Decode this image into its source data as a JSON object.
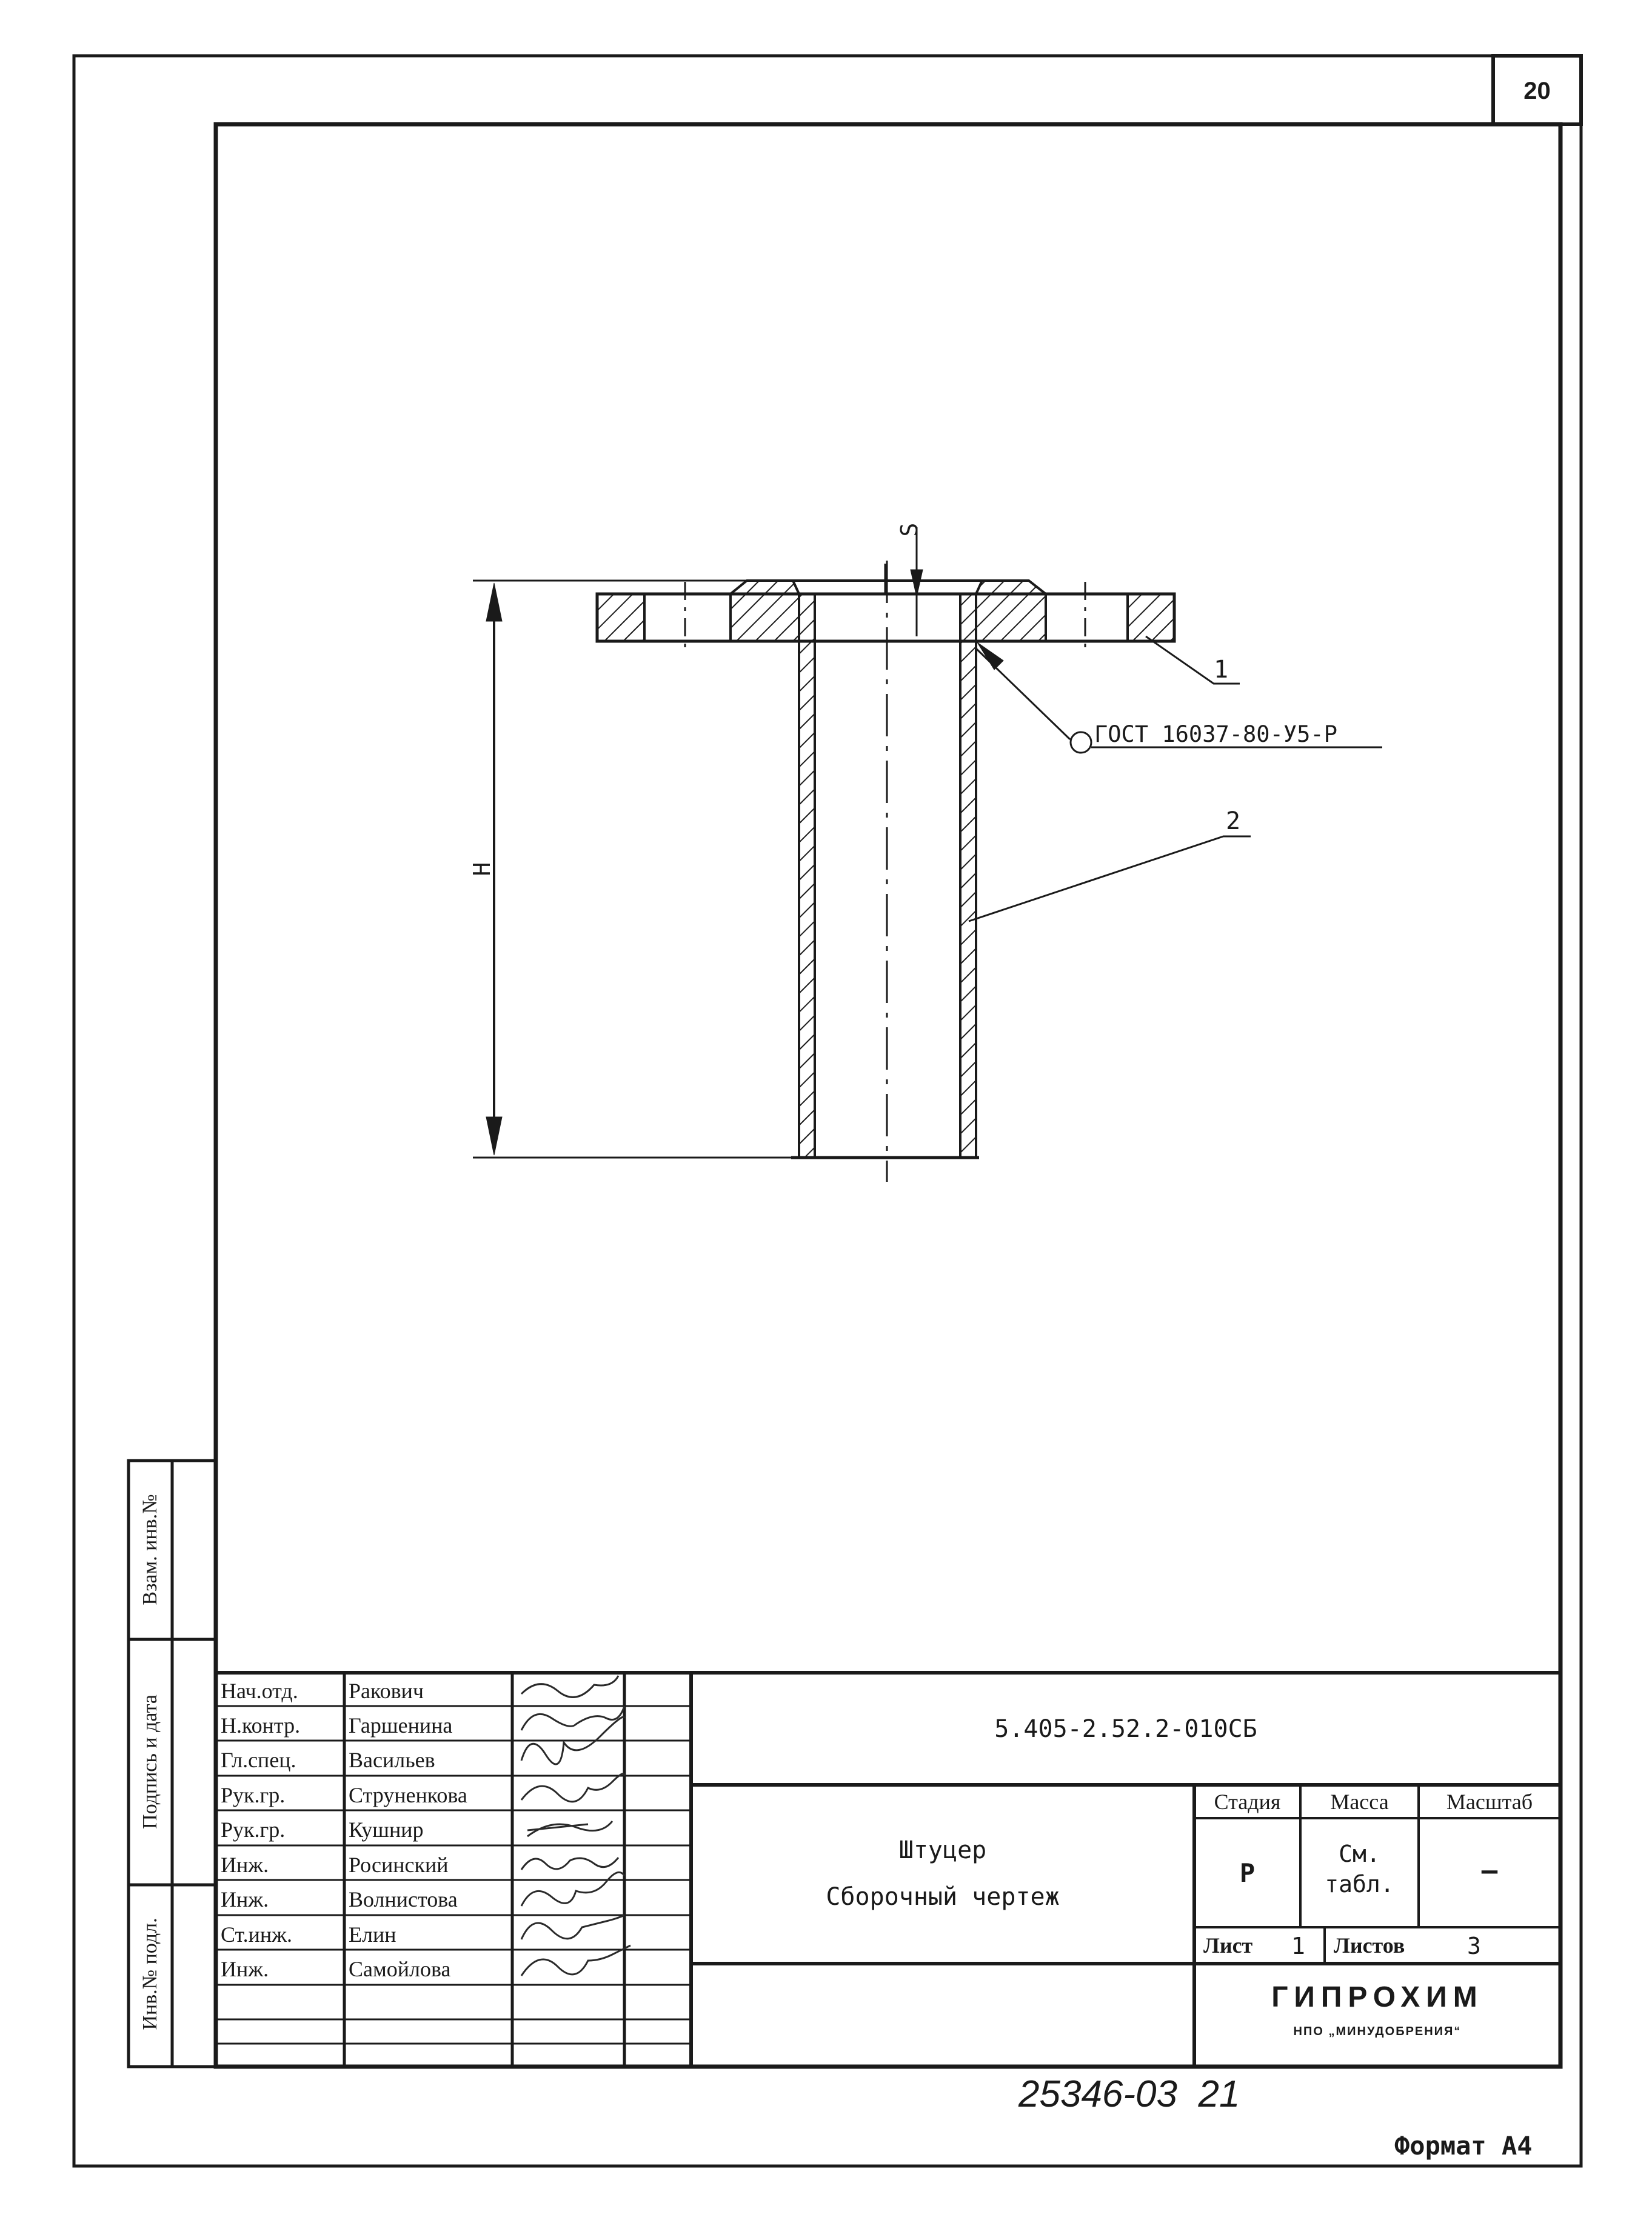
{
  "sheet_number": "20",
  "format_label": "Формат А4",
  "handwritten_number": "25346-03  21",
  "side_stamp": {
    "inv_podl": "Инв.№ подл.",
    "podpis_data": "Подпись и дата",
    "vzam_inv": "Взам. инв.№"
  },
  "drawing": {
    "s_label": "S",
    "h_label": "H",
    "leader_1": "1",
    "leader_2": "2",
    "weld_note": "ГОСТ 16037-80-У5-Р"
  },
  "title_block": {
    "signatures": [
      {
        "role": "Нач.отд.",
        "name": "Ракович"
      },
      {
        "role": "Н.контр.",
        "name": "Гаршенина"
      },
      {
        "role": "Гл.спец.",
        "name": "Васильев"
      },
      {
        "role": "Рук.гр.",
        "name": "Струненкова"
      },
      {
        "role": "Рук.гр.",
        "name": "Кушнир"
      },
      {
        "role": "Инж.",
        "name": "Росинский"
      },
      {
        "role": "Инж.",
        "name": "Волнистова"
      },
      {
        "role": "Ст.инж.",
        "name": "Елин"
      },
      {
        "role": "Инж.",
        "name": "Самойлова"
      }
    ],
    "doc_code": "5.405-2.52.2-010СБ",
    "title_line1": "Штуцер",
    "title_line2": "Сборочный чертеж",
    "stage_header": "Стадия",
    "mass_header": "Масса",
    "scale_header": "Масштаб",
    "stage_value": "Р",
    "mass_value_1": "См.",
    "mass_value_2": "табл.",
    "scale_value": "–",
    "sheet_label": "Лист",
    "sheet_value": "1",
    "sheets_label": "Листов",
    "sheets_value": "3",
    "org_name": "ГИПРОХИМ",
    "org_sub": "НПО „МИНУДОБРЕНИЯ“"
  }
}
